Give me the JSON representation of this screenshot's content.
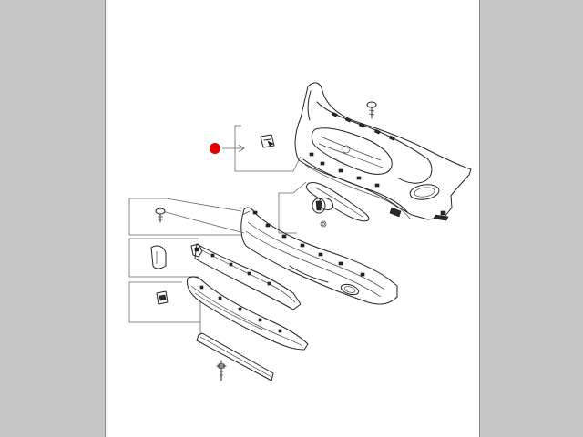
{
  "diagram": {
    "page_background": "#c6c6c6",
    "sheet_background": "#ffffff",
    "marker_color": "#e00000",
    "parts": [
      {
        "name": "bumper-cover"
      },
      {
        "name": "screw-top"
      },
      {
        "name": "clip-small"
      },
      {
        "name": "grille-center-badge"
      },
      {
        "name": "front-emblem"
      },
      {
        "name": "lower-valance"
      },
      {
        "name": "push-clip"
      },
      {
        "name": "bracket"
      },
      {
        "name": "clip-retainer"
      },
      {
        "name": "skid-plate"
      },
      {
        "name": "lower-strip"
      },
      {
        "name": "bolt"
      }
    ]
  }
}
